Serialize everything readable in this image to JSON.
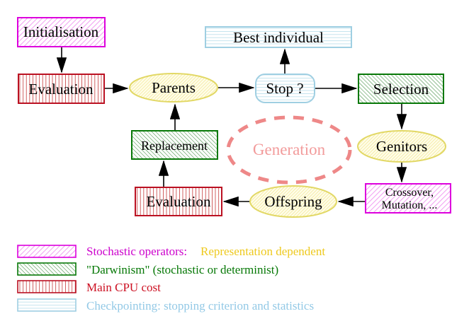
{
  "title": "Evolutionary algorithm generation loop diagram",
  "nodes": {
    "initialisation": {
      "label": "Initialisation",
      "style": "magenta-hatch"
    },
    "evaluation_top": {
      "label": "Evaluation",
      "style": "red-vertical-stripes"
    },
    "parents": {
      "label": "Parents",
      "style": "yellow-hatch-ellipse"
    },
    "stop": {
      "label": "Stop ?",
      "style": "cyan-horizontal-stripes"
    },
    "best_individual": {
      "label": "Best individual",
      "style": "cyan-horizontal-stripes"
    },
    "selection": {
      "label": "Selection",
      "style": "green-hatch"
    },
    "genitors": {
      "label": "Genitors",
      "style": "yellow-hatch-ellipse"
    },
    "crossover_mutation": {
      "line1": "Crossover,",
      "line2": "Mutation, ...",
      "style": "magenta-hatch"
    },
    "offspring": {
      "label": "Offspring",
      "style": "yellow-hatch-ellipse"
    },
    "evaluation_bottom": {
      "label": "Evaluation",
      "style": "red-vertical-stripes"
    },
    "replacement": {
      "label": "Replacement",
      "style": "green-hatch"
    },
    "generation": {
      "label": "Generation",
      "style": "salmon-dashed-ellipse"
    }
  },
  "edges": [
    "initialisation->evaluation_top",
    "evaluation_top->parents",
    "parents->stop",
    "stop->best_individual",
    "stop->selection",
    "selection->genitors",
    "genitors->crossover_mutation",
    "crossover_mutation->offspring",
    "offspring->evaluation_bottom",
    "evaluation_bottom->replacement",
    "replacement->parents"
  ],
  "legend": {
    "stochastic": {
      "label": "Stochastic operators:",
      "suffix": "Representation dependent",
      "swatch": "magenta-hatch"
    },
    "darwinism": {
      "label": "\"Darwinism\" (stochastic or determinist)",
      "swatch": "green-hatch"
    },
    "cpu": {
      "label": "Main CPU cost",
      "swatch": "red-vertical-stripes"
    },
    "checkpoint": {
      "label": "Checkpointing: stopping criterion and statistics",
      "swatch": "cyan-horizontal-stripes"
    }
  },
  "colors": {
    "magenta_border": "#dd00dd",
    "magenta_hatch": "#ee86ee",
    "magenta_text": "#cc00cc",
    "green_border": "#077807",
    "green_hatch": "#3d8e3d",
    "green_text": "#067806",
    "red_border": "#bb1122",
    "red_stripe": "#c53b3b",
    "red_text": "#cc1022",
    "cyan_border": "#9fcfe2",
    "cyan_stripe": "#b3dbe9",
    "cyan_text": "#93c9e6",
    "yellow_border": "#e2d865",
    "yellow_hatch": "#f6efab",
    "gold_text": "#eec91d",
    "salmon": "#ee8888",
    "salmon_text": "#f29b9b",
    "arrow": "#000000"
  }
}
